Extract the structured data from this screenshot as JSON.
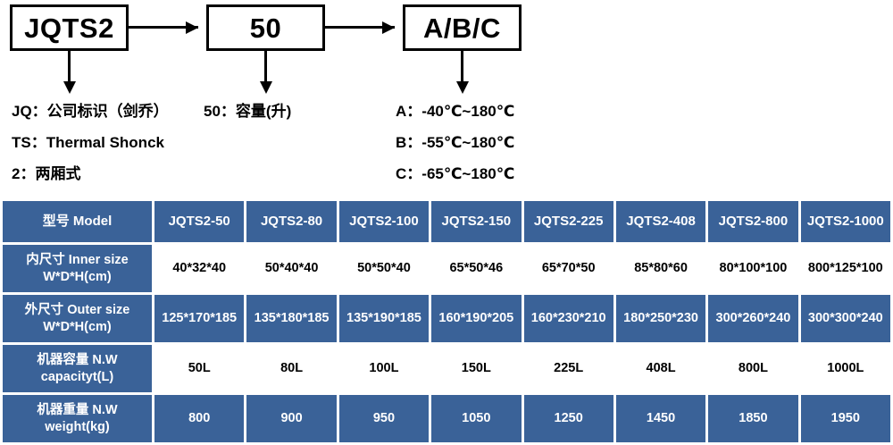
{
  "diagram": {
    "boxes": [
      {
        "id": "model",
        "text": "JQTS2"
      },
      {
        "id": "volume",
        "text": "50"
      },
      {
        "id": "temp",
        "text": "A/B/C"
      }
    ],
    "legend_left": [
      "JQ：公司标识（剑乔）",
      "TS：Thermal Shonck",
      "2：两厢式"
    ],
    "legend_middle": [
      "50：容量(升)"
    ],
    "legend_right": [
      "A：-40℃~180℃",
      "B：-55℃~180℃",
      "C：-65℃~180℃"
    ]
  },
  "table": {
    "header": {
      "label": "型号 Model",
      "models": [
        "JQTS2-50",
        "JQTS2-80",
        "JQTS2-100",
        "JQTS2-150",
        "JQTS2-225",
        "JQTS2-408",
        "JQTS2-800",
        "JQTS2-1000"
      ]
    },
    "rows": [
      {
        "label_line1": "内尺寸 Inner size",
        "label_line2": "W*D*H(cm)",
        "style": "white",
        "values": [
          "40*32*40",
          "50*40*40",
          "50*50*40",
          "65*50*46",
          "65*70*50",
          "85*80*60",
          "80*100*100",
          "800*125*100"
        ]
      },
      {
        "label_line1": "外尺寸 Outer size",
        "label_line2": "W*D*H(cm)",
        "style": "blue",
        "values": [
          "125*170*185",
          "135*180*185",
          "135*190*185",
          "160*190*205",
          "160*230*210",
          "180*250*230",
          "300*260*240",
          "300*300*240"
        ]
      },
      {
        "label_line1": "机器容量 N.W",
        "label_line2": "capacityt(L)",
        "style": "white",
        "values": [
          "50L",
          "80L",
          "100L",
          "150L",
          "225L",
          "408L",
          "800L",
          "1000L"
        ]
      },
      {
        "label_line1": "机器重量 N.W",
        "label_line2": "weight(kg)",
        "style": "blue",
        "values": [
          "800",
          "900",
          "950",
          "1050",
          "1250",
          "1450",
          "1850",
          "1950"
        ]
      }
    ]
  },
  "colors": {
    "table_blue": "#3a6298",
    "text_white": "#ffffff",
    "text_black": "#000000"
  }
}
